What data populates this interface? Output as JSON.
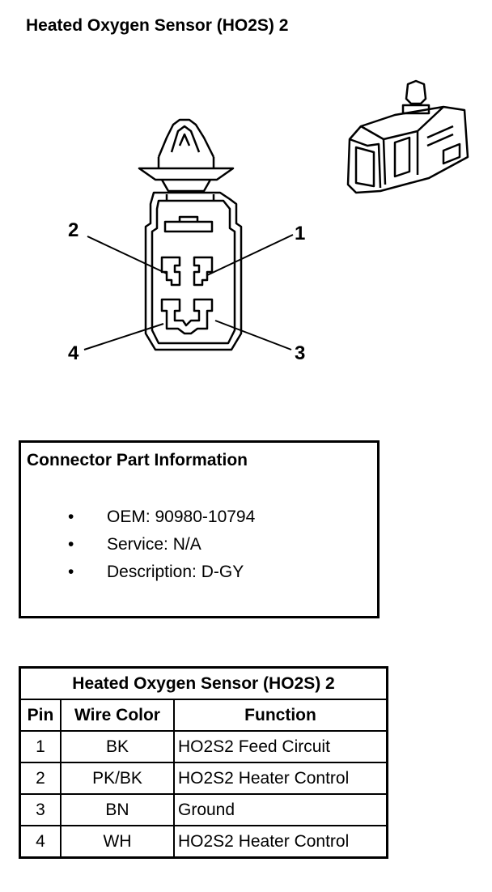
{
  "title": "Heated Oxygen Sensor (HO2S) 2",
  "pin_labels": [
    "1",
    "2",
    "3",
    "4"
  ],
  "info": {
    "heading": "Connector Part Information",
    "items": [
      {
        "bullet": "•",
        "text": "OEM: 90980-10794"
      },
      {
        "bullet": "•",
        "text": "Service: N/A"
      },
      {
        "bullet": "•",
        "text": "Description: D-GY"
      }
    ]
  },
  "table": {
    "caption": "Heated Oxygen Sensor (HO2S) 2",
    "headers": [
      "Pin",
      "Wire Color",
      "Function"
    ],
    "rows": [
      [
        "1",
        "BK",
        "HO2S2 Feed Circuit"
      ],
      [
        "2",
        "PK/BK",
        "HO2S2 Heater Control"
      ],
      [
        "3",
        "BN",
        "Ground"
      ],
      [
        "4",
        "WH",
        "HO2S2 Heater Control"
      ]
    ]
  }
}
